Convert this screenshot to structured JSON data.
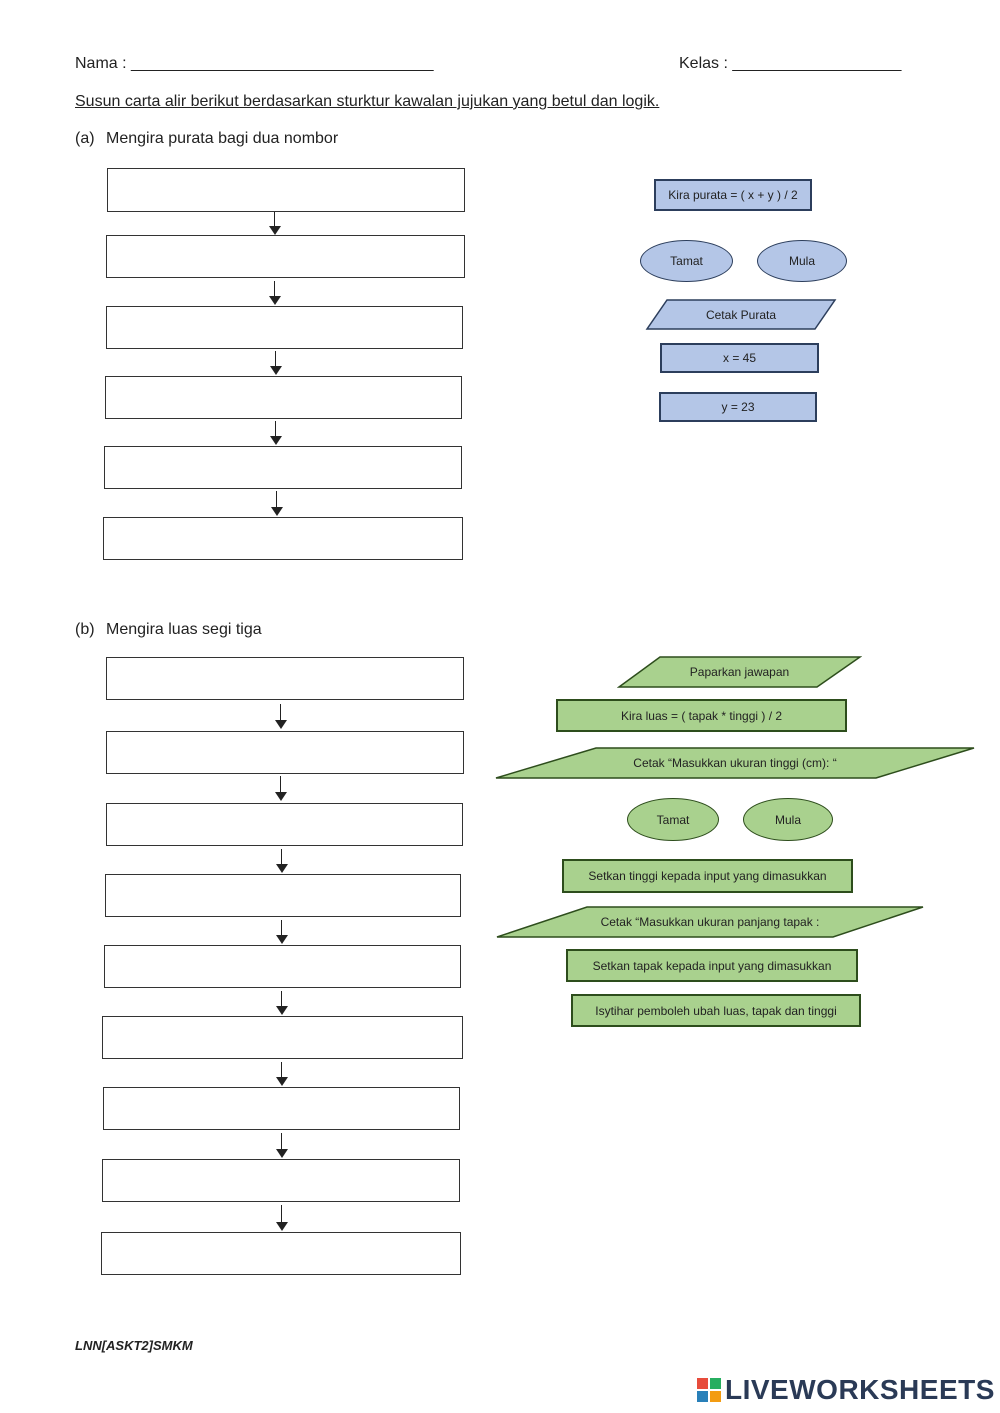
{
  "header": {
    "nama_label": "Nama : __________________________________",
    "kelas_label": "Kelas : ___________________",
    "instruction": "Susun carta alir berikut berdasarkan sturktur kawalan jujukan yang betul dan logik."
  },
  "section_a": {
    "label": "(a)",
    "title": "Mengira purata bagi dua nombor",
    "options": {
      "kira_purata": "Kira purata = ( x + y ) / 2",
      "tamat": "Tamat",
      "mula": "Mula",
      "cetak_purata": "Cetak Purata",
      "x_value": "x = 45",
      "y_value": "y = 23"
    },
    "colors": {
      "fill": "#b4c6e7",
      "border": "#2c3e5c"
    }
  },
  "section_b": {
    "label": "(b)",
    "title": "Mengira luas segi tiga",
    "options": {
      "paparkan": "Paparkan jawapan",
      "kira_luas": "Kira luas = ( tapak * tinggi ) / 2",
      "cetak_tinggi": "Cetak “Masukkan ukuran tinggi (cm): “",
      "tamat": "Tamat",
      "mula": "Mula",
      "setkan_tinggi": "Setkan tinggi kepada input yang dimasukkan",
      "cetak_tapak": "Cetak “Masukkan ukuran panjang tapak :",
      "setkan_tapak": "Setkan tapak kepada input yang dimasukkan",
      "isytihar": "Isytihar pemboleh ubah luas, tapak dan tinggi"
    },
    "colors": {
      "fill": "#a9d18e",
      "border": "#2d4d1c"
    }
  },
  "footer": {
    "code": "LNN[ASKT2]SMKM",
    "brand": "LIVEWORKSHEETS"
  }
}
